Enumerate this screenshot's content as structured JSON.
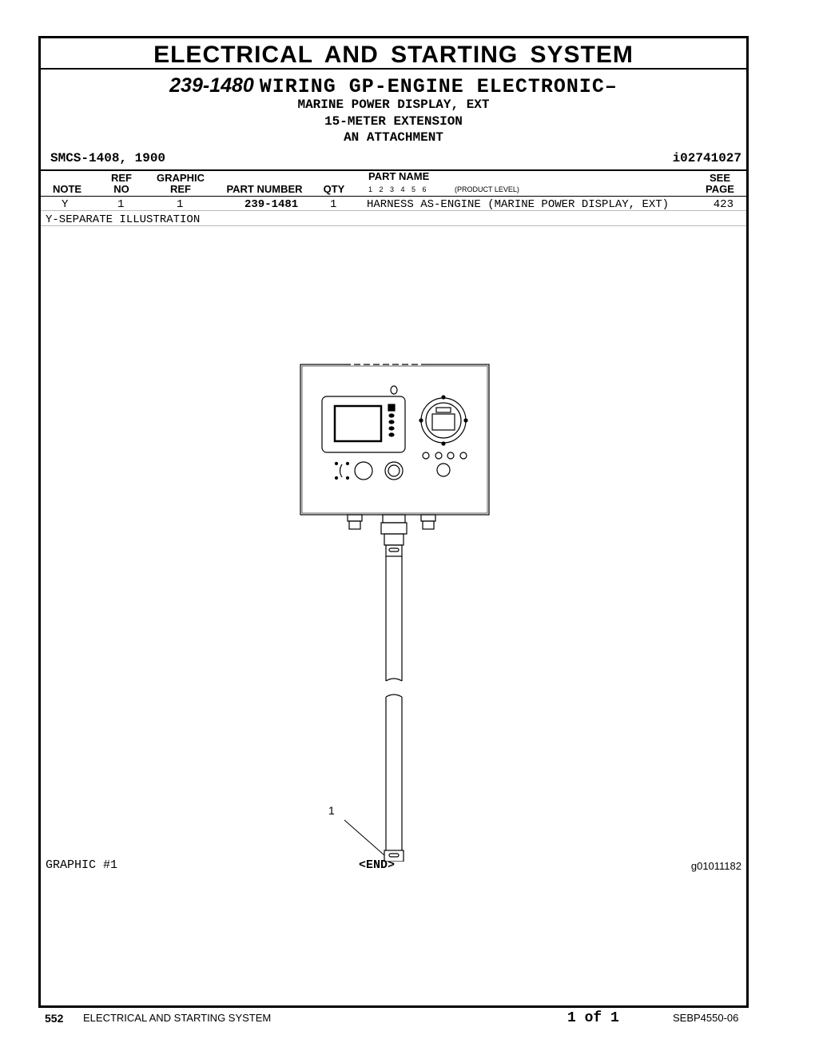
{
  "section_title": "ELECTRICAL AND STARTING SYSTEM",
  "group": {
    "part_number": "239-1480",
    "name": "WIRING GP-ENGINE ELECTRONIC–",
    "line2": "MARINE POWER DISPLAY, EXT",
    "line3": "15-METER EXTENSION",
    "line4": "AN ATTACHMENT"
  },
  "smcs": "SMCS-1408, 1900",
  "illustration_id": "i02741027",
  "table": {
    "headers": {
      "note": "NOTE",
      "ref_no_1": "REF",
      "ref_no_2": "NO",
      "graphic_ref_1": "GRAPHIC",
      "graphic_ref_2": "REF",
      "part_number": "PART NUMBER",
      "qty": "QTY",
      "part_name": "PART NAME",
      "product_levels": "1  2  3  4  5  6",
      "product_level_label": "(PRODUCT LEVEL)",
      "see_page_1": "SEE",
      "see_page_2": "PAGE"
    },
    "rows": [
      {
        "note": "Y",
        "ref_no": "1",
        "graphic_ref": "1",
        "part_number": "239-1481",
        "qty": "1",
        "part_name": "HARNESS AS-ENGINE (MARINE POWER DISPLAY, EXT)",
        "see_page": "423"
      }
    ],
    "note_text": "Y-SEPARATE ILLUSTRATION"
  },
  "figure": {
    "callout": "1",
    "graphic_label": "GRAPHIC #1",
    "end_label": "<END>",
    "graphic_id": "g01011182"
  },
  "footer": {
    "page": "552",
    "section": "ELECTRICAL AND STARTING SYSTEM",
    "page_of": "1 of 1",
    "doc_id": "SEBP4550-06"
  }
}
